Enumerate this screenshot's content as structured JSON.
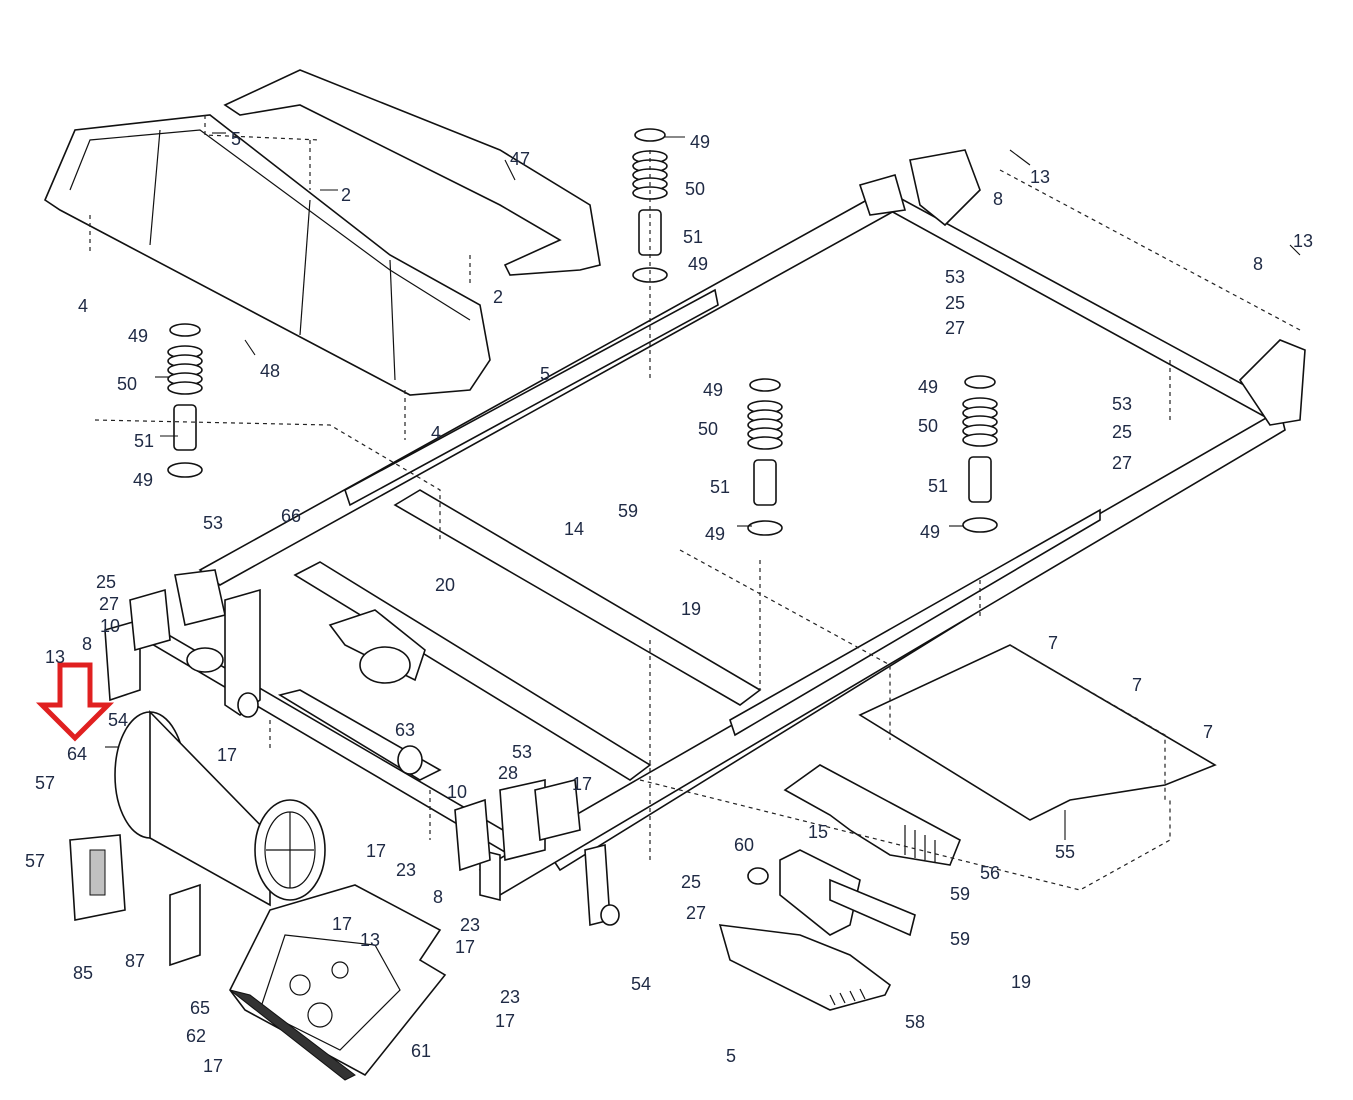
{
  "diagram": {
    "title": "Treadmill frame exploded parts diagram",
    "highlight": {
      "shape": "down-arrow",
      "color": "#e02020",
      "target_part": "64"
    },
    "text_color": "#1f2a44",
    "labels": [
      {
        "id": "l5a",
        "text": "5"
      },
      {
        "id": "l2a",
        "text": "2"
      },
      {
        "id": "l47",
        "text": "47"
      },
      {
        "id": "l49a",
        "text": "49"
      },
      {
        "id": "l50a",
        "text": "50"
      },
      {
        "id": "l51a",
        "text": "51"
      },
      {
        "id": "l49b",
        "text": "49"
      },
      {
        "id": "l13a",
        "text": "13"
      },
      {
        "id": "l8a",
        "text": "8"
      },
      {
        "id": "l13b",
        "text": "13"
      },
      {
        "id": "l8b",
        "text": "8"
      },
      {
        "id": "l4a",
        "text": "4"
      },
      {
        "id": "l2b",
        "text": "2"
      },
      {
        "id": "l48",
        "text": "48"
      },
      {
        "id": "l5b",
        "text": "5"
      },
      {
        "id": "l4b",
        "text": "4"
      },
      {
        "id": "l49c",
        "text": "49"
      },
      {
        "id": "l50b",
        "text": "50"
      },
      {
        "id": "l51b",
        "text": "51"
      },
      {
        "id": "l49d",
        "text": "49"
      },
      {
        "id": "l53a",
        "text": "53"
      },
      {
        "id": "l25a",
        "text": "25"
      },
      {
        "id": "l27a",
        "text": "27"
      },
      {
        "id": "l49e",
        "text": "49"
      },
      {
        "id": "l50c",
        "text": "50"
      },
      {
        "id": "l51c",
        "text": "51"
      },
      {
        "id": "l49f",
        "text": "49"
      },
      {
        "id": "l49g",
        "text": "49"
      },
      {
        "id": "l50d",
        "text": "50"
      },
      {
        "id": "l51d",
        "text": "51"
      },
      {
        "id": "l49h",
        "text": "49"
      },
      {
        "id": "l53b",
        "text": "53"
      },
      {
        "id": "l25b",
        "text": "25"
      },
      {
        "id": "l27b",
        "text": "27"
      },
      {
        "id": "l53c",
        "text": "53"
      },
      {
        "id": "l66",
        "text": "66"
      },
      {
        "id": "l14",
        "text": "14"
      },
      {
        "id": "l59a",
        "text": "59"
      },
      {
        "id": "l25c",
        "text": "25"
      },
      {
        "id": "l27c",
        "text": "27"
      },
      {
        "id": "l20",
        "text": "20"
      },
      {
        "id": "l19a",
        "text": "19"
      },
      {
        "id": "l10a",
        "text": "10"
      },
      {
        "id": "l13c",
        "text": "13"
      },
      {
        "id": "l8c",
        "text": "8"
      },
      {
        "id": "l54a",
        "text": "54"
      },
      {
        "id": "l7a",
        "text": "7"
      },
      {
        "id": "l7b",
        "text": "7"
      },
      {
        "id": "l7c",
        "text": "7"
      },
      {
        "id": "l64",
        "text": "64"
      },
      {
        "id": "l17a",
        "text": "17"
      },
      {
        "id": "l63",
        "text": "63"
      },
      {
        "id": "l53d",
        "text": "53"
      },
      {
        "id": "l28",
        "text": "28"
      },
      {
        "id": "l17b",
        "text": "17"
      },
      {
        "id": "l10b",
        "text": "10"
      },
      {
        "id": "l57a",
        "text": "57"
      },
      {
        "id": "l57b",
        "text": "57"
      },
      {
        "id": "l17c",
        "text": "17"
      },
      {
        "id": "l23a",
        "text": "23"
      },
      {
        "id": "l8d",
        "text": "8"
      },
      {
        "id": "l15",
        "text": "15"
      },
      {
        "id": "l60",
        "text": "60"
      },
      {
        "id": "l56",
        "text": "56"
      },
      {
        "id": "l55",
        "text": "55"
      },
      {
        "id": "l25d",
        "text": "25"
      },
      {
        "id": "l27d",
        "text": "27"
      },
      {
        "id": "l59b",
        "text": "59"
      },
      {
        "id": "l59c",
        "text": "59"
      },
      {
        "id": "l85",
        "text": "85"
      },
      {
        "id": "l87",
        "text": "87"
      },
      {
        "id": "l17d",
        "text": "17"
      },
      {
        "id": "l13d",
        "text": "13"
      },
      {
        "id": "l23b",
        "text": "23"
      },
      {
        "id": "l17e",
        "text": "17"
      },
      {
        "id": "l54b",
        "text": "54"
      },
      {
        "id": "l19b",
        "text": "19"
      },
      {
        "id": "l65",
        "text": "65"
      },
      {
        "id": "l23c",
        "text": "23"
      },
      {
        "id": "l62",
        "text": "62"
      },
      {
        "id": "l17f",
        "text": "17"
      },
      {
        "id": "l58",
        "text": "58"
      },
      {
        "id": "l61",
        "text": "61"
      },
      {
        "id": "l17g",
        "text": "17"
      },
      {
        "id": "l5c",
        "text": "5"
      }
    ]
  }
}
